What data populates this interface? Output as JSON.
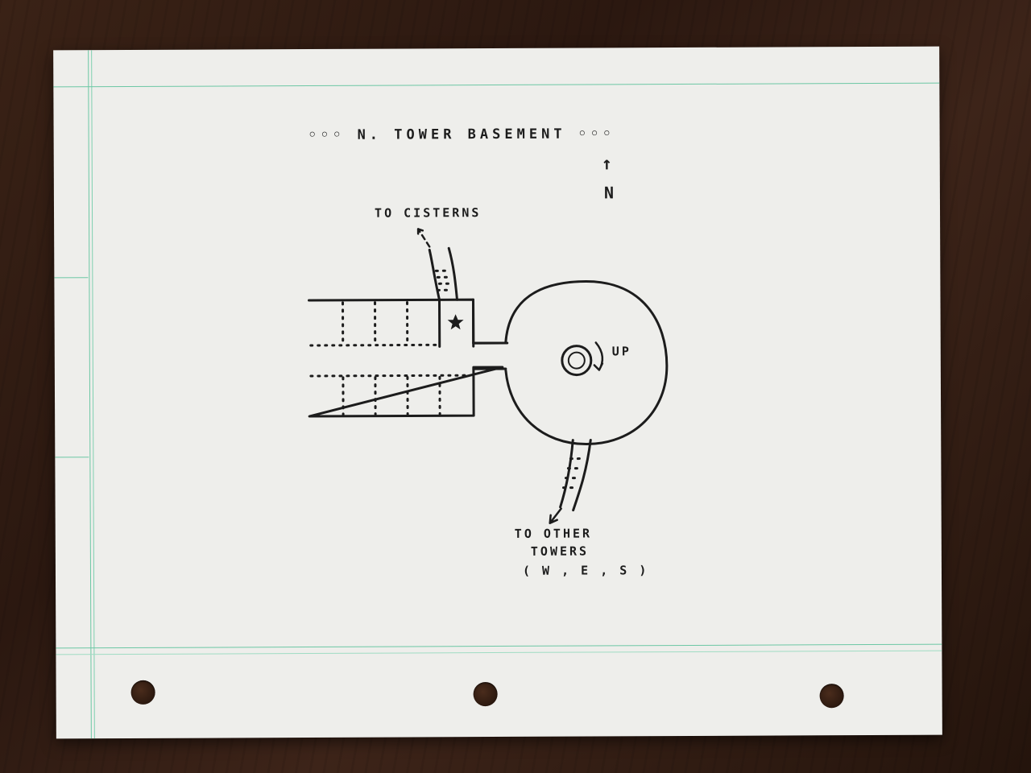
{
  "map": {
    "title": "◦◦◦ N. TOWER BASEMENT ◦◦◦",
    "compass": {
      "label": "N",
      "arrow": "↑"
    },
    "labels": {
      "to_cisterns": "TO CISTERNS",
      "up": "UP",
      "to_other_towers_line1": "TO OTHER",
      "to_other_towers_line2": "TOWERS",
      "to_other_towers_line3": "( W , E , S )"
    },
    "icons": {
      "star": "star-icon",
      "stairs": "spiral-stairs-icon",
      "compass": "north-arrow-icon"
    }
  },
  "colors": {
    "paper": "#eeeeeb",
    "ink": "#1c1c1c",
    "margin_line": "#6cc7a4",
    "table": "#2b1810"
  }
}
